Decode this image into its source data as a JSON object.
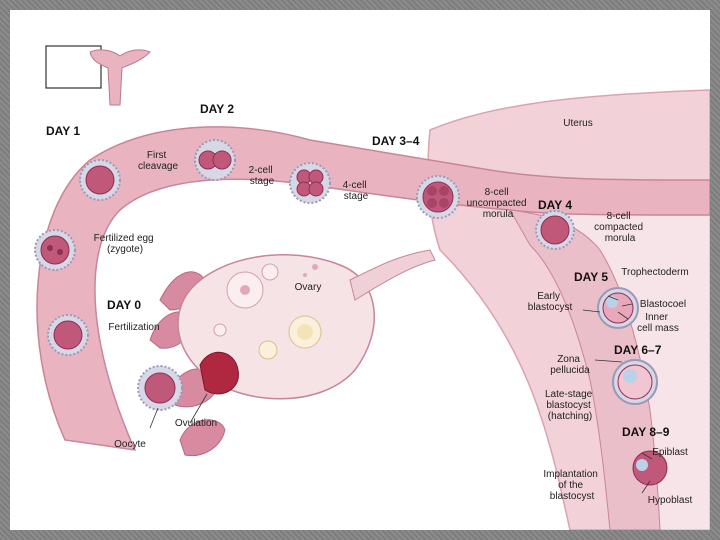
{
  "labels": {
    "day1": "DAY 1",
    "day2": "DAY 2",
    "day34": "DAY 3–4",
    "day4": "DAY 4",
    "day5": "DAY 5",
    "day0": "DAY 0",
    "day67": "DAY 6–7",
    "day89": "DAY 8–9",
    "uterus": "Uterus",
    "first_cleavage": [
      "First",
      "cleavage"
    ],
    "two_cell": [
      "2-cell",
      "stage"
    ],
    "four_cell": [
      "4-cell",
      "stage"
    ],
    "eight_cell_uncompacted": [
      "8-cell",
      "uncompacted",
      "morula"
    ],
    "eight_cell_compacted": [
      "8-cell",
      "compacted",
      "morula"
    ],
    "fertilized_egg": [
      "Fertilized egg",
      "(zygote)"
    ],
    "ovary": "Ovary",
    "trophectoderm": "Trophectoderm",
    "blastocoel": "Blastocoel",
    "inner_cell_mass": [
      "Inner",
      "cell mass"
    ],
    "early_blastocyst": [
      "Early",
      "blastocyst"
    ],
    "fertilization": "Fertilization",
    "zona_pellucida": [
      "Zona",
      "pellucida"
    ],
    "late_blastocyst": [
      "Late-stage",
      "blastocyst",
      "(hatching)"
    ],
    "oocyte": "Oocyte",
    "ovulation": "Ovulation",
    "epiblast": "Epiblast",
    "implantation": [
      "Implantation",
      "of the",
      "blastocyst"
    ],
    "hypoblast": "Hypoblast"
  },
  "colors": {
    "tube": "#e9b4c0",
    "tube_dark": "#c98598",
    "uterus_wall": "#f2d2d8",
    "cell": "#c0587a",
    "cell_dark": "#8e2f55",
    "zona": "#d7d7e6",
    "ovary": "#f5e3e6"
  }
}
